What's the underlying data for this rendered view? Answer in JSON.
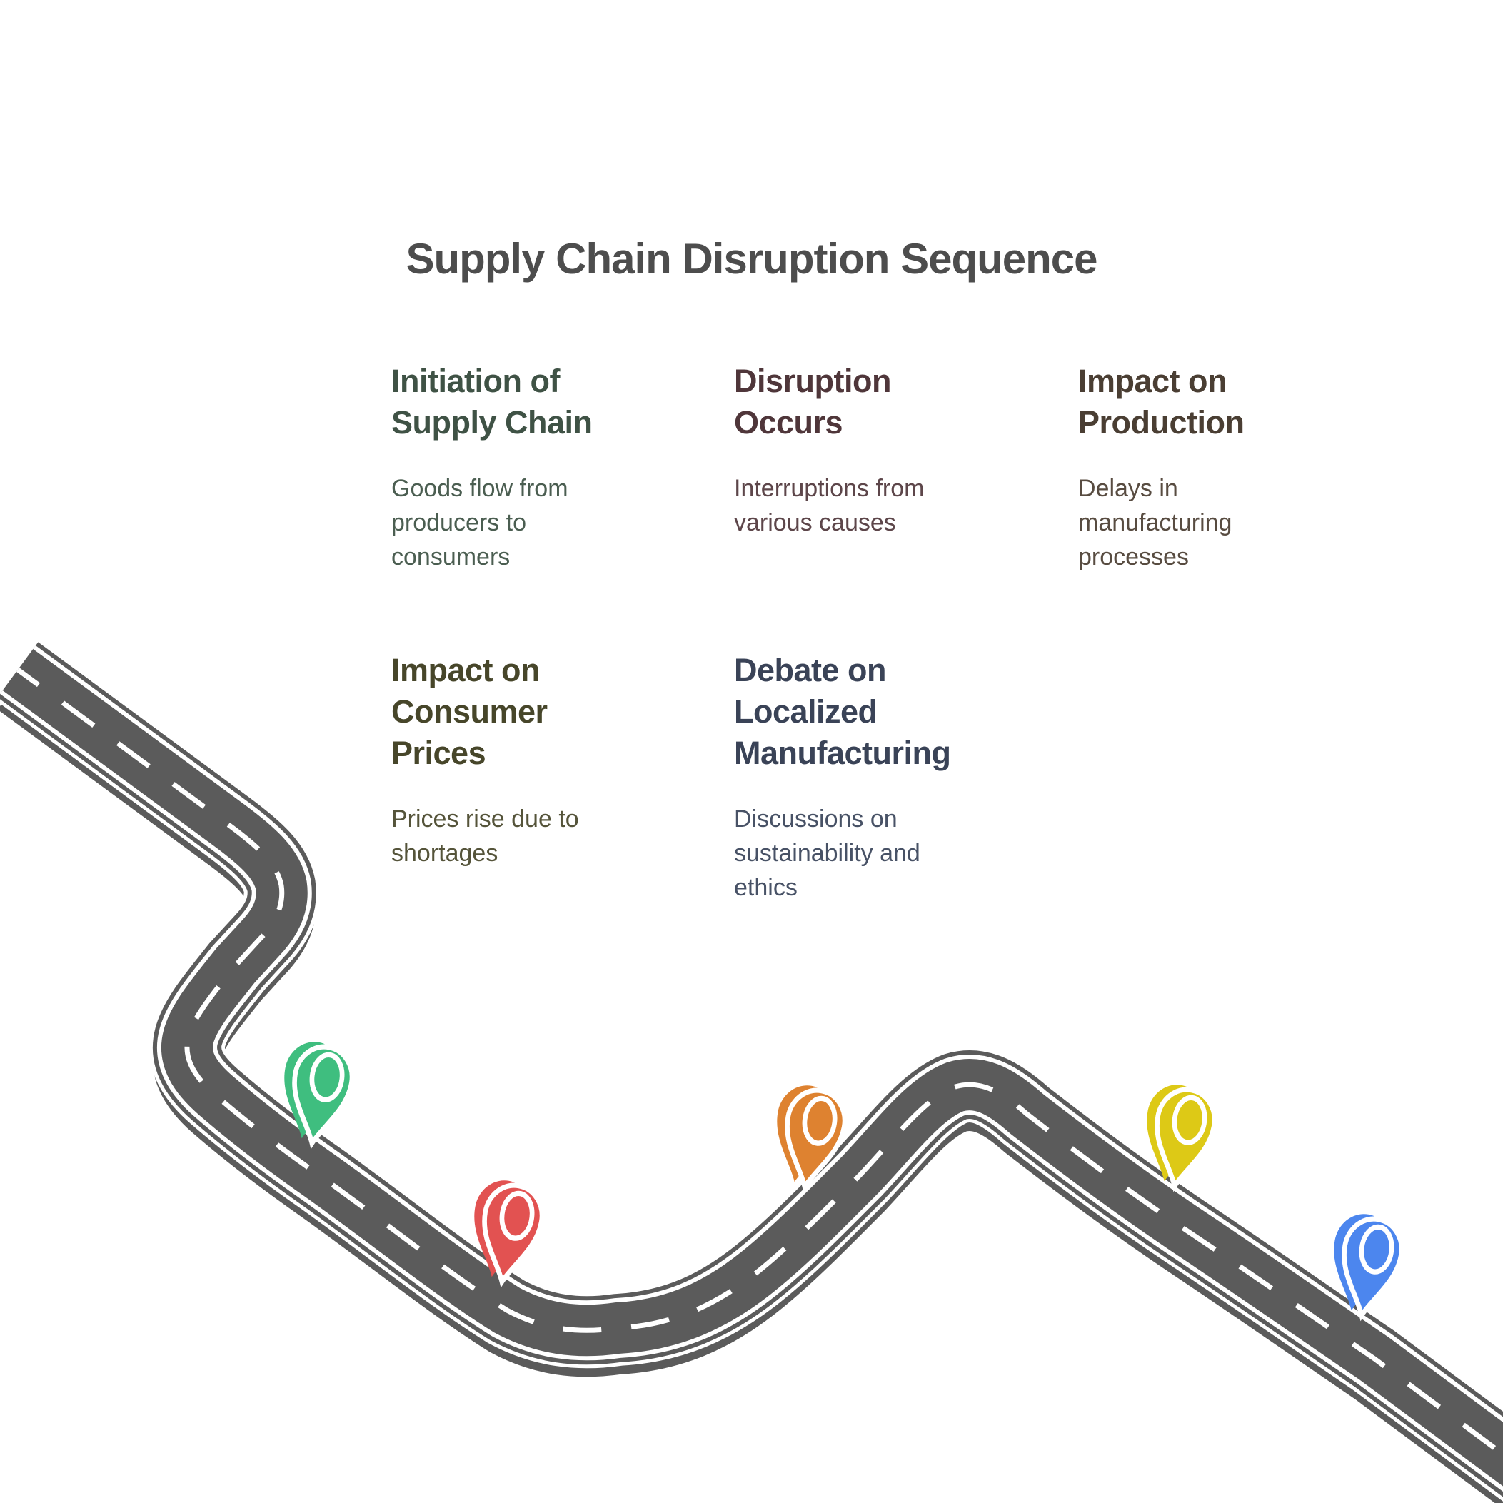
{
  "title": {
    "text": "Supply Chain Disruption Sequence",
    "color": "#4d4d4d"
  },
  "road": {
    "color": "#5b5b5b",
    "marking_color": "#ffffff"
  },
  "steps": [
    {
      "heading": "Initiation of\nSupply Chain",
      "body": "Goods flow from\nproducers to\nconsumers",
      "heading_color": "#3f5245",
      "body_color": "#4b5e51",
      "pin_color": "#3fbe7f",
      "pin": "green-pin"
    },
    {
      "heading": "Disruption\nOccurs",
      "body": "Interruptions from\nvarious causes",
      "heading_color": "#4f363a",
      "body_color": "#5d464a",
      "pin_color": "#e25251",
      "pin": "red-pin"
    },
    {
      "heading": "Impact on\nProduction",
      "body": "Delays in\nmanufacturing\nprocesses",
      "heading_color": "#4a3e33",
      "body_color": "#584c41",
      "pin_color": "#de8230",
      "pin": "orange-pin"
    },
    {
      "heading": "Impact on\nConsumer\nPrices",
      "body": "Prices rise due to\nshortages",
      "heading_color": "#47462a",
      "body_color": "#55543a",
      "pin_color": "#ddc916",
      "pin": "yellow-pin"
    },
    {
      "heading": "Debate on\nLocalized\nManufacturing",
      "body": "Discussions on\nsustainability and\nethics",
      "heading_color": "#3a4357",
      "body_color": "#485266",
      "pin_color": "#4c86ee",
      "pin": "blue-pin"
    }
  ]
}
